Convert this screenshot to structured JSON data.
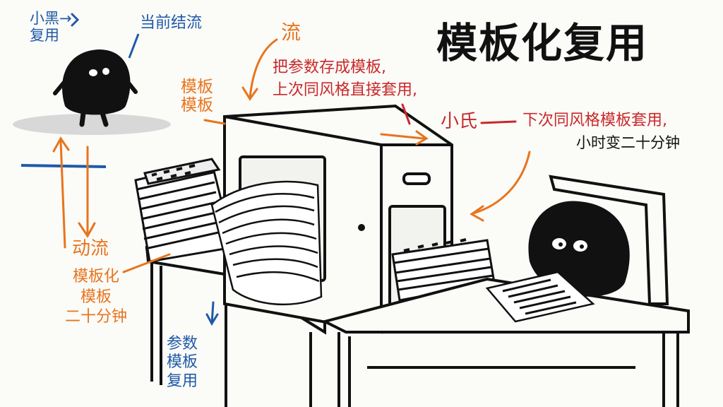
{
  "title": "模板化复用",
  "labels": {
    "top_left_blue": "小黑→\n复用",
    "top_blue_note": "当前结流",
    "orange_burst": "流",
    "orange_template": "模板\n模板",
    "red_note_main": "把参数存成模板,\n上次同风格直接套用,",
    "red_small_label": "小氏",
    "red_note_right": "下次同风格模板套用,",
    "blue_hours": "小时变二十分钟",
    "orange_side_top": "动流",
    "orange_side_main": "模板化\n模板\n二十分钟",
    "blue_bottom": "参数\n模板\n复用"
  },
  "colors": {
    "ink": "#111111",
    "orange": "#e8741c",
    "red": "#c8282a",
    "blue": "#1f5aa8",
    "paper": "#fbfbf8"
  },
  "icons": [
    "blob-character-standing",
    "blob-character-sitting",
    "template-machine",
    "paper-stack",
    "desk",
    "chair"
  ]
}
